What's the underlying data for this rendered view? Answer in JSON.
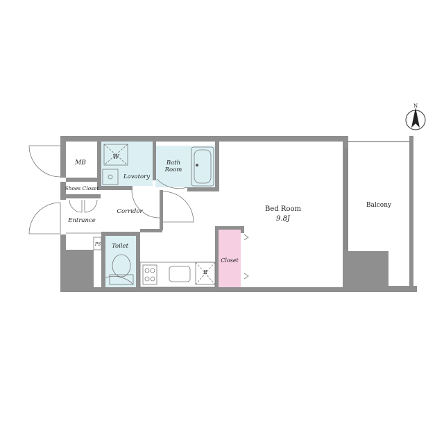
{
  "colors": {
    "wall": "#8f8f8f",
    "wet_area": "#dcf0f4",
    "closet": "#f6cfe3",
    "line": "#555555"
  },
  "compass": {
    "label": "N"
  },
  "rooms": {
    "mb": "MB",
    "w": "W",
    "lavatory": "Lavatory",
    "bath_line1": "Bath",
    "bath_line2": "Room",
    "shoes_closet": "Shoes Closet",
    "corridor": "Corridor",
    "entrance": "Entrance",
    "ps": "PS",
    "toilet": "Toilet",
    "closet": "Closet",
    "r": "R",
    "bed_room": "Bed Room",
    "bed_room_size": "9.8J",
    "balcony": "Balcony"
  }
}
